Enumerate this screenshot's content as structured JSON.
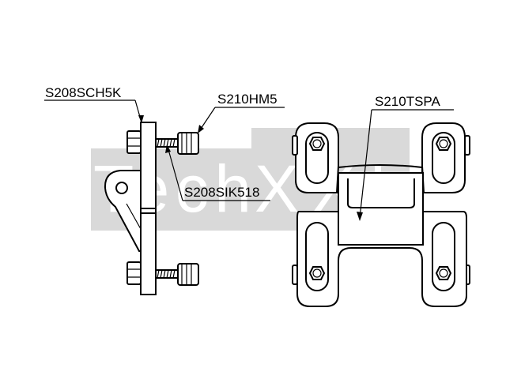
{
  "labels": {
    "callout_top_left": "S208SCH5K",
    "callout_screw": "S210HM5",
    "callout_insert": "S208SIK518",
    "callout_bracket": "S210TSPA"
  },
  "watermark": {
    "word_left": "Tech",
    "word_right": "XXL",
    "color_band": "#d9d9d9",
    "color_text": "#ffffff"
  },
  "colors": {
    "line": "#000000",
    "background": "#ffffff"
  }
}
